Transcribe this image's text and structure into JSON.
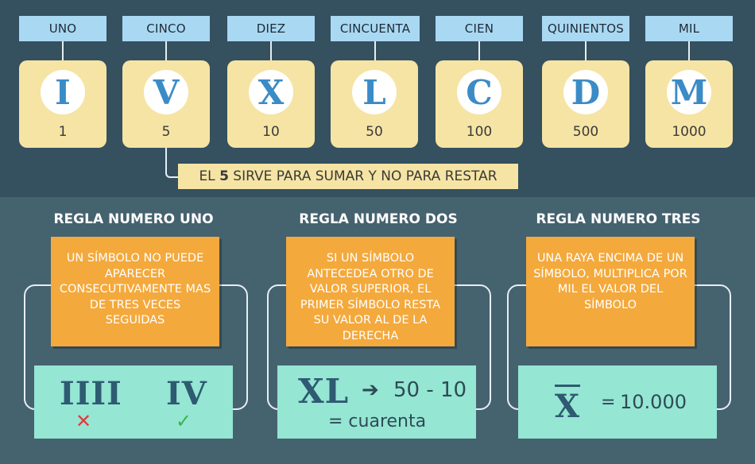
{
  "numerals": [
    {
      "name": "UNO",
      "symbol": "I",
      "value": "1"
    },
    {
      "name": "CINCO",
      "symbol": "V",
      "value": "5"
    },
    {
      "name": "DIEZ",
      "symbol": "X",
      "value": "10"
    },
    {
      "name": "CINCUENTA",
      "symbol": "L",
      "value": "50"
    },
    {
      "name": "CIEN",
      "symbol": "C",
      "value": "100"
    },
    {
      "name": "QUINIENTOS",
      "symbol": "D",
      "value": "500"
    },
    {
      "name": "MIL",
      "symbol": "M",
      "value": "1000"
    }
  ],
  "note": {
    "prefix": "EL ",
    "highlight": "5",
    "suffix": " SIRVE PARA SUMAR Y NO PARA RESTAR"
  },
  "rules": [
    {
      "title": "REGLA NUMERO UNO",
      "text": "UN SÍMBOLO NO PUEDE APARECER CONSECUTIVAMENTE MAS DE TRES VECES SEGUIDAS",
      "wrong": "IIII",
      "right": "IV",
      "wrong_mark": "✕",
      "right_mark": "✓"
    },
    {
      "title": "REGLA NUMERO DOS",
      "text": "SI UN SÍMBOLO ANTECEDEA OTRO DE VALOR SUPERIOR, EL PRIMER SÍMBOLO RESTA SU VALOR AL DE LA DERECHA",
      "example": "XL",
      "arrow": "➔",
      "calc": "50 - 10",
      "result": "= cuarenta"
    },
    {
      "title": "REGLA NUMERO TRES",
      "text": "UNA RAYA ENCIMA DE UN SÍMBOLO, MULTIPLICA POR MIL EL VALOR DEL SÍMBOLO",
      "symbol": "X",
      "equals": "=",
      "value": "10.000"
    }
  ],
  "colors": {
    "top_bg": "#35505f",
    "bottom_bg": "#45626f",
    "label_blue": "#a9d8f3",
    "card_yellow": "#f5e4a4",
    "symbol_blue": "#3b8bc6",
    "orange": "#f4a93c",
    "teal": "#95e6d3"
  }
}
